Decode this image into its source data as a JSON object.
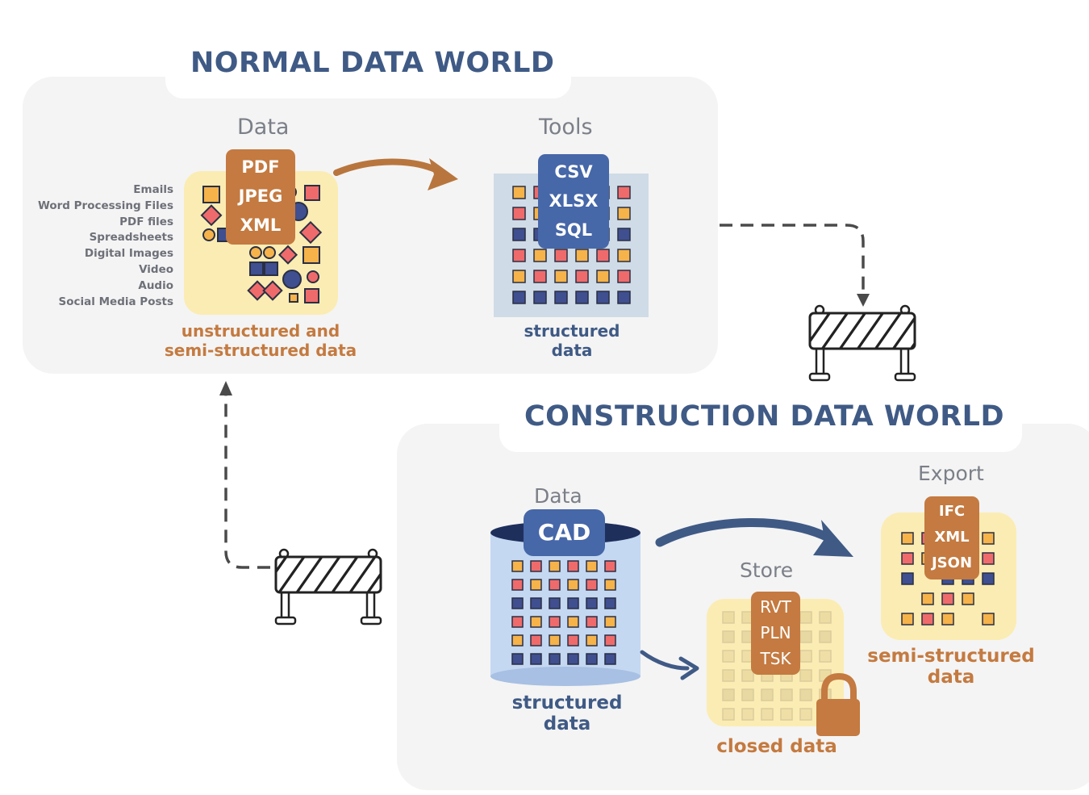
{
  "normal_world": {
    "title": "NORMAL DATA WORLD",
    "data_label": "Data",
    "tools_label": "Tools",
    "data_types": [
      "Emails",
      "Word Processing Files",
      "PDF files",
      "Spreadsheets",
      "Digital Images",
      "Video",
      "Audio",
      "Social Media Posts"
    ],
    "data_formats": [
      "PDF",
      "JPEG",
      "XML"
    ],
    "tool_formats": [
      "CSV",
      "XLSX",
      "SQL"
    ],
    "unstructured_caption": [
      "unstructured and",
      "semi-structured data"
    ],
    "structured_caption": [
      "structured",
      "data"
    ]
  },
  "construction_world": {
    "title": "CONSTRUCTION DATA WORLD",
    "data_label": "Data",
    "data_format": "CAD",
    "store_label": "Store",
    "store_formats": [
      "RVT",
      "PLN",
      "TSK"
    ],
    "export_label": "Export",
    "export_formats": [
      "IFC",
      "XML",
      "JSON"
    ],
    "structured_caption": [
      "structured",
      "data"
    ],
    "closed_caption": "closed data",
    "semi_caption": [
      "semi-structured",
      "data"
    ]
  },
  "colors": {
    "title_blue": "#3f5a85",
    "accent_orange": "#c47a40",
    "badge_blue": "#4667a8",
    "panel_gray": "#f4f4f4",
    "tile_yellow": "#fbecb3",
    "tile_blue": "#cfdbe6",
    "square_red": "#ef6b6b",
    "square_orange": "#f6b34a",
    "square_navy": "#3f4f8f"
  },
  "icons": [
    "barrier-icon",
    "lock-icon",
    "arrow-icon",
    "database-icon"
  ]
}
